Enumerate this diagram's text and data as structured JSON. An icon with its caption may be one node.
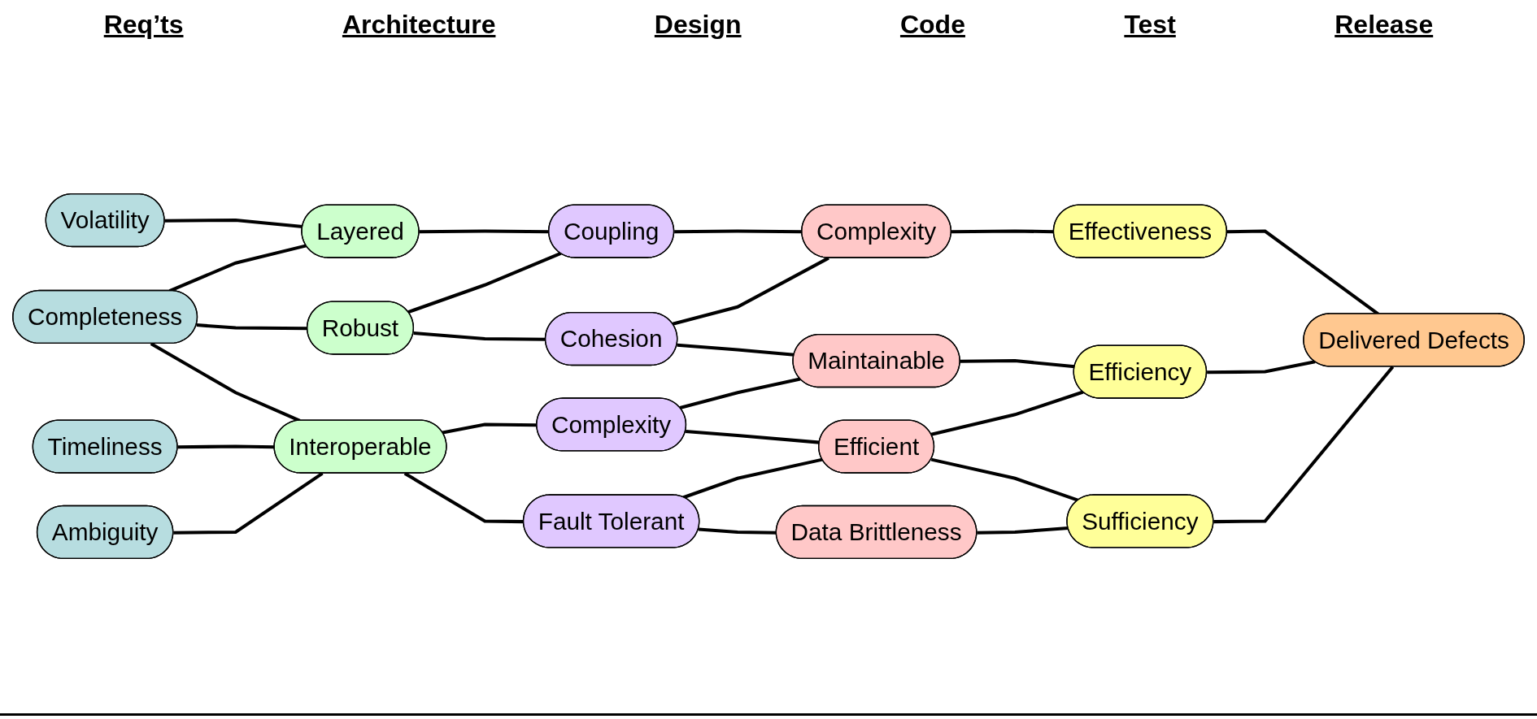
{
  "diagram": {
    "nodes": [
      {
        "text": [
          "Volatility"
        ]
      },
      {
        "text": [
          "Completeness"
        ]
      },
      {
        "text": [
          "Timeliness"
        ]
      },
      {
        "text": [
          "Ambiguity"
        ]
      },
      {
        "text": [
          "Layered"
        ]
      },
      {
        "text": [
          "Robust"
        ]
      },
      {
        "text": [
          "Interoperable"
        ]
      },
      {
        "text": [
          "Coupling"
        ]
      },
      {
        "text": [
          "Cohesion"
        ]
      },
      {
        "text": [
          "Complexity"
        ]
      },
      {
        "text": [
          "Fault Tolerant"
        ]
      },
      {
        "text": [
          "Complexity"
        ]
      },
      {
        "text": [
          "Maintainable"
        ]
      },
      {
        "text": [
          "Efficient"
        ]
      },
      {
        "text": [
          "Data Brittleness"
        ]
      },
      {
        "text": [
          "Effectiveness"
        ]
      },
      {
        "text": [
          "Efficiency"
        ]
      },
      {
        "text": [
          "Sufficiency"
        ]
      },
      {
        "text": [
          "Delivered Defects"
        ]
      }
    ],
    "edges": [
      {
        "from": 0,
        "to": 4,
        "arrow": "none"
      },
      {
        "from": 1,
        "to": 4,
        "arrow": "none"
      },
      {
        "from": 1,
        "to": 5,
        "arrow": "none"
      },
      {
        "from": 1,
        "to": 6,
        "arrow": "none"
      },
      {
        "from": 2,
        "to": 6,
        "arrow": "none"
      },
      {
        "from": 3,
        "to": 6,
        "arrow": "none"
      },
      {
        "from": 4,
        "to": 7,
        "arrow": "none"
      },
      {
        "from": 5,
        "to": 7,
        "arrow": "none"
      },
      {
        "from": 5,
        "to": 8,
        "arrow": "none"
      },
      {
        "from": 6,
        "to": 9,
        "arrow": "none"
      },
      {
        "from": 6,
        "to": 10,
        "arrow": "none"
      },
      {
        "from": 7,
        "to": 11,
        "arrow": "none"
      },
      {
        "from": 8,
        "to": 11,
        "arrow": "none"
      },
      {
        "from": 8,
        "to": 12,
        "arrow": "none"
      },
      {
        "from": 9,
        "to": 12,
        "arrow": "none"
      },
      {
        "from": 9,
        "to": 13,
        "arrow": "none"
      },
      {
        "from": 10,
        "to": 13,
        "arrow": "none"
      },
      {
        "from": 10,
        "to": 14,
        "arrow": "none"
      },
      {
        "from": 11,
        "to": 15,
        "arrow": "none"
      },
      {
        "from": 12,
        "to": 16,
        "arrow": "none"
      },
      {
        "from": 13,
        "to": 16,
        "arrow": "none"
      },
      {
        "from": 13,
        "to": 17,
        "arrow": "none"
      },
      {
        "from": 14,
        "to": 17,
        "arrow": "none"
      },
      {
        "from": 15,
        "to": 18,
        "arrow": "none"
      },
      {
        "from": 16,
        "to": 18,
        "arrow": "none"
      },
      {
        "from": 17,
        "to": 18,
        "arrow": "none"
      }
    ],
    "labels": [
      "Req’ts",
      "Architecture",
      "Design",
      "Code",
      "Test",
      "Release"
    ]
  }
}
